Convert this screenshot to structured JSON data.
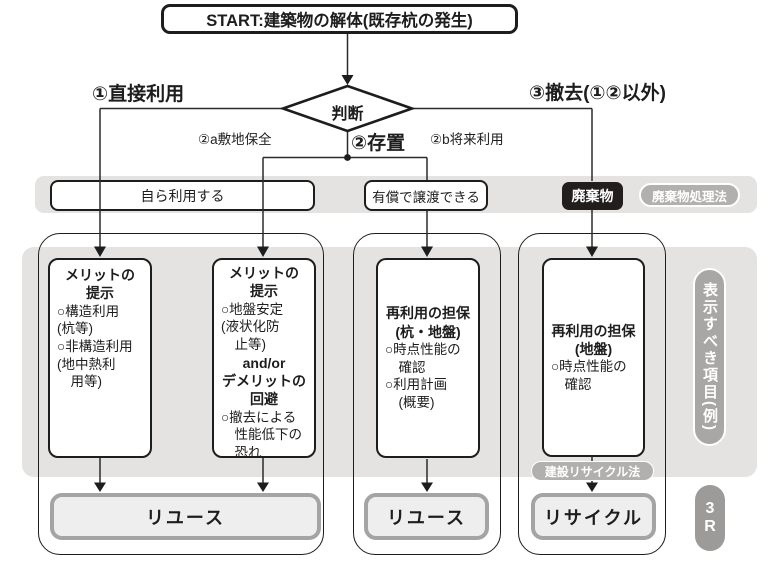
{
  "colors": {
    "ink": "#1d1d1d",
    "panel": "#e4e3e2",
    "pill": "#b2b0ae",
    "pill_gray": "#a9a7a6",
    "pill_dark": "#9c9b9a",
    "outcome_fill": "#efeeee",
    "outcome_border": "#a5a4a3",
    "waste_bg": "#211e1c"
  },
  "start": {
    "label": "START:建築物の解体(既存杭の発生)"
  },
  "decision": {
    "label": "判断"
  },
  "branches": {
    "direct_use": "①直接利用",
    "leave_in_place": "②存置",
    "site_preservation": "②a敷地保全",
    "future_use": "②b将来利用",
    "removal": "③撤去(①②以外)"
  },
  "band": {
    "self_use": "自ら利用する",
    "transfer": "有償で譲渡できる",
    "waste": "廃棄物",
    "waste_law": "廃棄物処理法"
  },
  "boxes": {
    "merit1": {
      "lines": [
        {
          "t": "メリットの",
          "s": "h"
        },
        {
          "t": "提示",
          "s": "h"
        },
        {
          "t": "○構造利用",
          "s": "n"
        },
        {
          "t": "(杭等)",
          "s": "n"
        },
        {
          "t": "○非構造利用",
          "s": "n"
        },
        {
          "t": "(地中熱利",
          "s": "n"
        },
        {
          "t": "　用等)",
          "s": "n"
        }
      ]
    },
    "merit2": {
      "lines": [
        {
          "t": "メリットの",
          "s": "h"
        },
        {
          "t": "提示",
          "s": "h"
        },
        {
          "t": "○地盤安定",
          "s": "n"
        },
        {
          "t": "(液状化防",
          "s": "n"
        },
        {
          "t": "　止等)",
          "s": "n"
        },
        {
          "t": "and/or",
          "s": "h"
        },
        {
          "t": "デメリットの",
          "s": "h"
        },
        {
          "t": "回避",
          "s": "h"
        },
        {
          "t": "○撤去による",
          "s": "n"
        },
        {
          "t": "　性能低下の",
          "s": "n"
        },
        {
          "t": "　恐れ",
          "s": "n"
        }
      ]
    },
    "secure_mid": {
      "lines": [
        {
          "t": "再利用の担保",
          "s": "h"
        },
        {
          "t": "(杭・地盤)",
          "s": "h"
        },
        {
          "t": "○時点性能の",
          "s": "n"
        },
        {
          "t": "　確認",
          "s": "n"
        },
        {
          "t": "○利用計画",
          "s": "n"
        },
        {
          "t": "　(概要)",
          "s": "n"
        }
      ]
    },
    "secure_right": {
      "lines": [
        {
          "t": "再利用の担保",
          "s": "h"
        },
        {
          "t": "(地盤)",
          "s": "h"
        },
        {
          "t": "○時点性能の",
          "s": "n"
        },
        {
          "t": "　確認",
          "s": "n"
        }
      ]
    }
  },
  "side": {
    "vertical_label": "表示すべき項目(例)",
    "recycle_law": "建設リサイクル法",
    "three_r_lines": [
      "3",
      "R"
    ]
  },
  "outcomes": {
    "reuse_left": "リユース",
    "reuse_mid": "リユース",
    "recycle": "リサイクル"
  }
}
